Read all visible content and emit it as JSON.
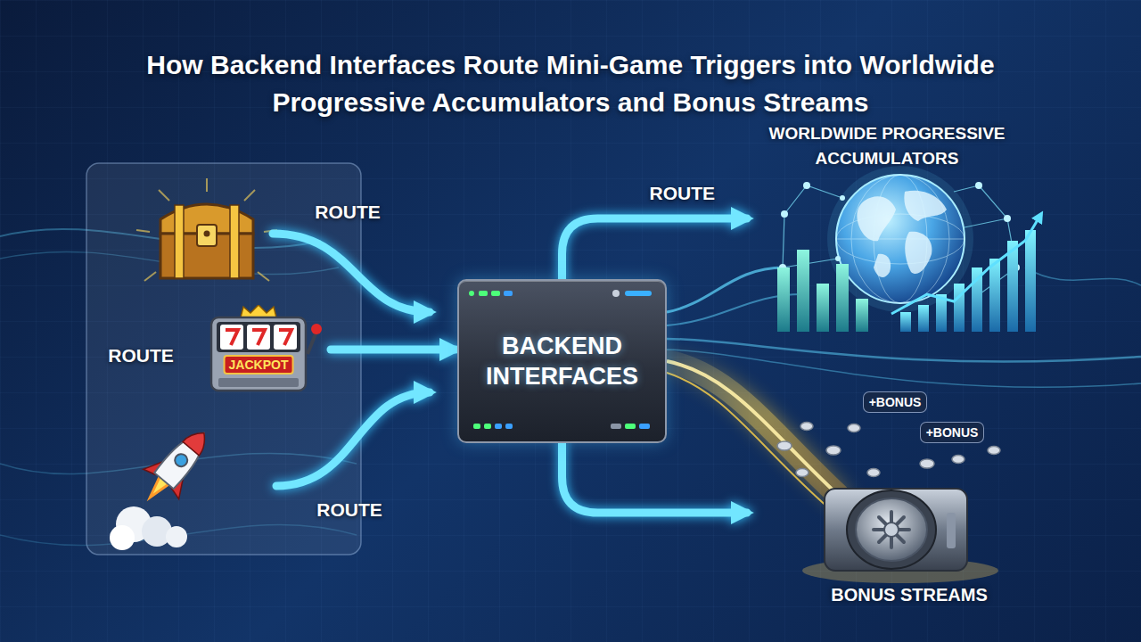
{
  "diagram": {
    "title": "How Backend Interfaces Route Mini-Game Triggers into Worldwide Progressive Accumulators and Bonus Streams",
    "nodes": [
      {
        "text": [
          "JACKPOT"
        ]
      },
      {
        "text": [
          "BACKEND INTERFACES"
        ]
      },
      {
        "text": [
          "WORLDWIDE PROGRESSIVE ACCUMULATORS"
        ]
      },
      {
        "text": [
          "BONUS STREAMS"
        ]
      }
    ],
    "edges": [
      {
        "from": 0,
        "to": 1,
        "arrow": "to"
      },
      {
        "from": 1,
        "to": 2,
        "label": "ROUTE",
        "arrow": "to"
      },
      {
        "from": 1,
        "to": 3,
        "arrow": "to"
      }
    ],
    "labels": [
      "ROUTE",
      "ROUTE",
      "ROUTE",
      "+BONUS",
      "+BONUS"
    ]
  }
}
